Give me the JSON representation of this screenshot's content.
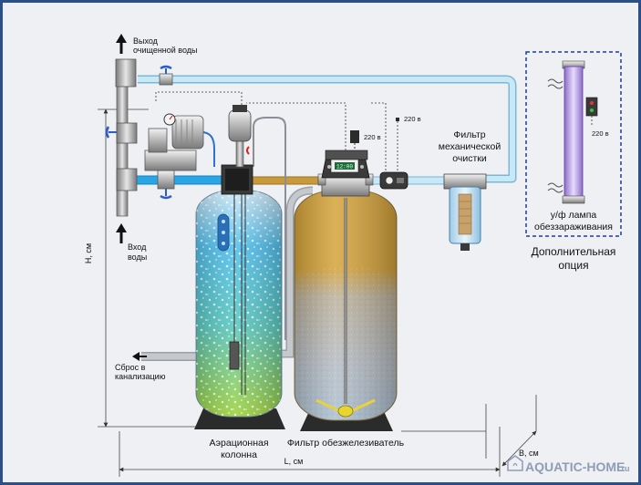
{
  "labels": {
    "outlet_line1": "Выход",
    "outlet_line2": "очищенной воды",
    "inlet_line1": "Вход",
    "inlet_line2": "воды",
    "drain_line1": "Сброс в",
    "drain_line2": "канализацию",
    "aeration_line1": "Аэрационная",
    "aeration_line2": "колонна",
    "iron_filter": "Фильтр обезжелезиватель",
    "mech_line1": "Фильтр",
    "mech_line2": "механической",
    "mech_line3": "очистки",
    "uv_line1": "у/ф лампа",
    "uv_line2": "обеззараживания",
    "option_line1": "Дополнительная",
    "option_line2": "опция",
    "power_1": "220 в",
    "power_2": "220 в",
    "power_3": "220 в",
    "dim_h": "Н, см",
    "dim_l": "L, см",
    "dim_b": "В, см",
    "lcd": "12:00",
    "watermark_main": "AQUATIC-HOME",
    "watermark_tld": ".ru"
  },
  "colors": {
    "frame": "#2a4f8a",
    "pipe_clean": "#a9d9ef",
    "pipe_raw": "#2aa6e6",
    "pipe_ferrous": "#c89a3c",
    "tank_gold": "#d0a035",
    "media_grey": "#b8bcc2",
    "column_green": "#8fcf3a",
    "dashed_box": "#1f3c9a"
  }
}
